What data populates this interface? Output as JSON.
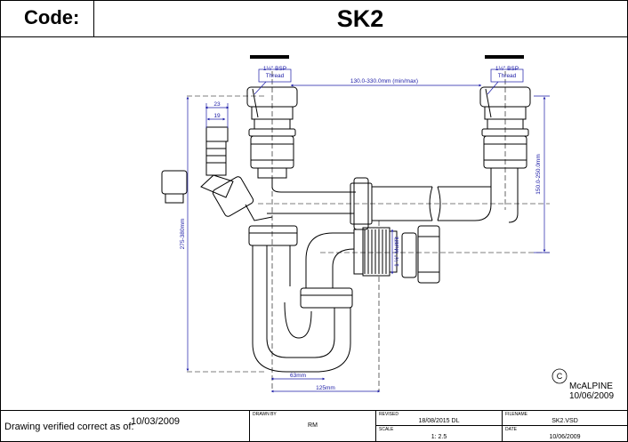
{
  "header": {
    "code_label": "Code:",
    "code_value": "SK2"
  },
  "annotations": {
    "bsp_left_1": "1½\" BSP",
    "bsp_left_2": "Thread",
    "bsp_right_1": "1½\" BSP",
    "bsp_right_2": "Thread",
    "span_width": "130.0-330.0mm (min/max)",
    "dim_23": "23",
    "dim_19": "19",
    "height_left": "275-380mm",
    "height_right": "150.0-250.0mm",
    "multifit": "1 ½\" Multifit",
    "dim_63": "63mm",
    "dim_125": "125mm"
  },
  "copyright": {
    "symbol": "C",
    "brand": "McALPINE",
    "date": "10/06/2009"
  },
  "footer": {
    "verified_label": "Drawing verified correct as of:",
    "verified_date": "10/03/2009",
    "drawn_by_label": "DRAWN BY",
    "drawn_by_value": "RM",
    "revised_label": "REVISED",
    "revised_value": "18/08/2015 DL",
    "scale_label": "SCALE",
    "scale_value": "1: 2.5",
    "filename_label": "FILENAME",
    "filename_value": "SK2.VSD",
    "date_label": "DATE",
    "date_value": "10/06/2009"
  }
}
